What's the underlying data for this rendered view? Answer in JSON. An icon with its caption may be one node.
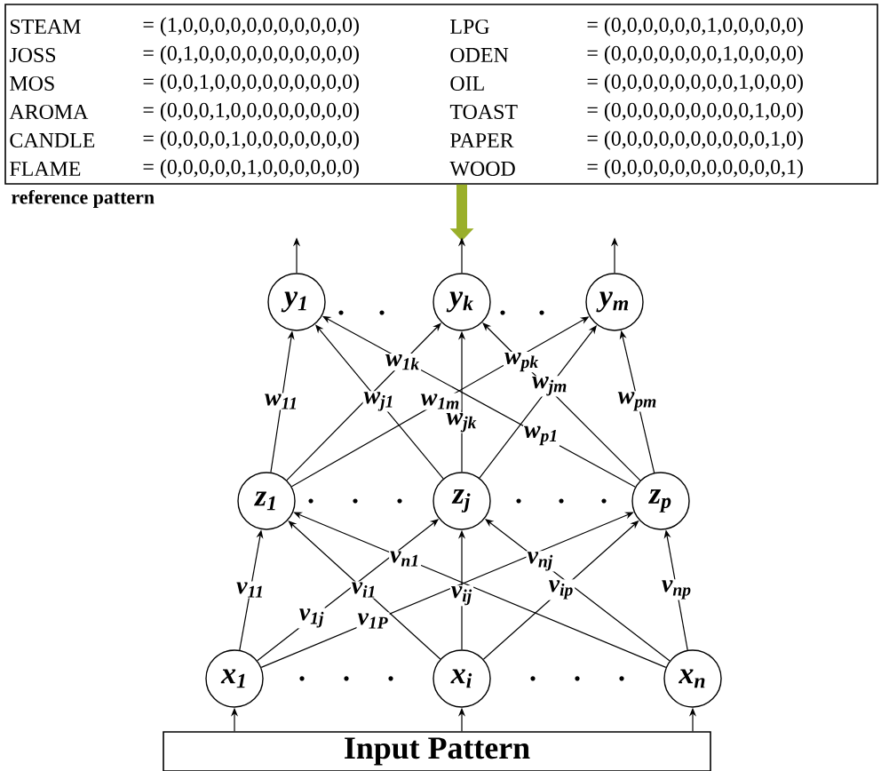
{
  "diagram": {
    "nodes": [
      {
        "text": [
          "STEAM",
          "= (1,0,0,0,0,0,0,0,0,0,0,0)",
          "LPG",
          "= (0,0,0,0,0,0,1,0,0,0,0,0)",
          "JOSS",
          "= (0,1,0,0,0,0,0,0,0,0,0,0)",
          "ODEN",
          "= (0,0,0,0,0,0,0,1,0,0,0,0)",
          "MOS",
          "= (0,0,1,0,0,0,0,0,0,0,0,0)",
          "OIL",
          "= (0,0,0,0,0,0,0,0,1,0,0,0)",
          "AROMA",
          "= (0,0,0,1,0,0,0,0,0,0,0,0)",
          "TOAST",
          "= (0,0,0,0,0,0,0,0,0,1,0,0)",
          "CANDLE",
          "= (0,0,0,0,1,0,0,0,0,0,0,0)",
          "PAPER",
          "= (0,0,0,0,0,0,0,0,0,0,1,0)",
          "FLAME",
          "= (0,0,0,0,0,1,0,0,0,0,0,0)",
          "WOOD",
          "= (0,0,0,0,0,0,0,0,0,0,0,1)"
        ],
        "beside": [
          "reference pattern"
        ]
      },
      {
        "text": [
          "y$_{1}$"
        ]
      },
      {
        "text": [
          "y$_{k}$"
        ]
      },
      {
        "text": [
          "y$_{m}$"
        ]
      },
      {
        "text": [
          "z$_{1}$"
        ]
      },
      {
        "text": [
          "z$_{j}$"
        ]
      },
      {
        "text": [
          "z$_{p}$"
        ]
      },
      {
        "text": [
          "x$_{1}$"
        ]
      },
      {
        "text": [
          "x$_{i}$"
        ]
      },
      {
        "text": [
          "x$_{n}$"
        ]
      },
      {
        "text": [
          "Input Pattern"
        ]
      }
    ],
    "edges": [
      {
        "from": 0,
        "to": 2,
        "arrow": "to",
        "style": "thick",
        "color": "#9aaf2a"
      },
      {
        "from": 1,
        "to": null,
        "arrow": "to"
      },
      {
        "from": 2,
        "to": null,
        "arrow": "to"
      },
      {
        "from": 3,
        "to": null,
        "arrow": "to"
      },
      {
        "from": 4,
        "to": 1,
        "arrow": "to",
        "label": "w$_{11}$"
      },
      {
        "from": 5,
        "to": 1,
        "arrow": "to",
        "label": "w$_{j1}$"
      },
      {
        "from": 6,
        "to": 1,
        "arrow": "to",
        "label": "w$_{p1}$"
      },
      {
        "from": 4,
        "to": 2,
        "arrow": "to",
        "label": "w$_{1k}$"
      },
      {
        "from": 5,
        "to": 2,
        "arrow": "to",
        "label": "w$_{jk}$"
      },
      {
        "from": 6,
        "to": 2,
        "arrow": "to",
        "label": "w$_{pk}$"
      },
      {
        "from": 4,
        "to": 3,
        "arrow": "to",
        "label": "w$_{1m}$"
      },
      {
        "from": 5,
        "to": 3,
        "arrow": "to",
        "label": "w$_{jm}$"
      },
      {
        "from": 6,
        "to": 3,
        "arrow": "to",
        "label": "w$_{pm}$"
      },
      {
        "from": 7,
        "to": 4,
        "arrow": "to",
        "label": "v$_{11}$"
      },
      {
        "from": 8,
        "to": 4,
        "arrow": "to",
        "label": "v$_{i1}$"
      },
      {
        "from": 9,
        "to": 4,
        "arrow": "to",
        "label": "v$_{n1}$"
      },
      {
        "from": 7,
        "to": 5,
        "arrow": "to",
        "label": "v$_{1j}$"
      },
      {
        "from": 8,
        "to": 5,
        "arrow": "to",
        "label": "v$_{ij}$"
      },
      {
        "from": 9,
        "to": 5,
        "arrow": "to",
        "label": "v$_{nj}$"
      },
      {
        "from": 7,
        "to": 6,
        "arrow": "to",
        "label": "v$_{1P}$"
      },
      {
        "from": 8,
        "to": 6,
        "arrow": "to",
        "label": "v$_{ip}$"
      },
      {
        "from": 9,
        "to": 6,
        "arrow": "to",
        "label": "v$_{np}$"
      },
      {
        "from": 10,
        "to": 7,
        "arrow": "to"
      },
      {
        "from": 10,
        "to": 8,
        "arrow": "to"
      },
      {
        "from": 10,
        "to": 9,
        "arrow": "to"
      }
    ],
    "labels": []
  }
}
